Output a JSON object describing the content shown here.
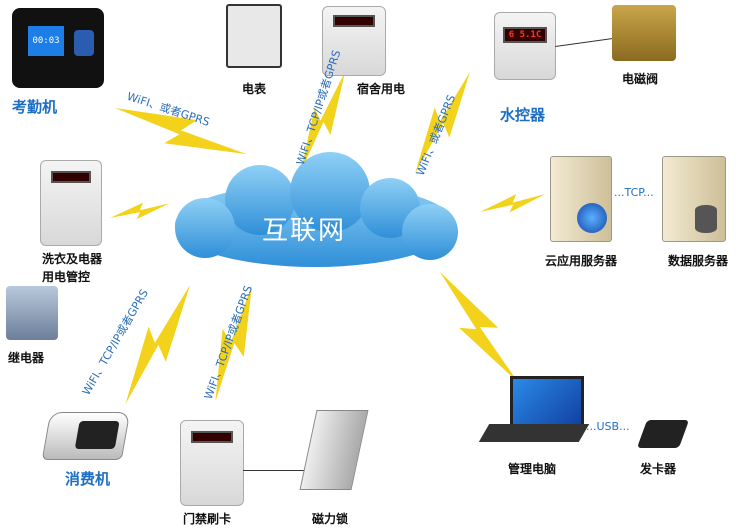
{
  "cloud": {
    "label": "互联网"
  },
  "devices": {
    "attendance": "考勤机",
    "meter": "电表",
    "dorm": "宿舍用电",
    "water": "水控器",
    "valve": "电磁阀",
    "laundry_line1": "洗衣及电器",
    "laundry_line2": "用电管控",
    "relay": "继电器",
    "pos": "消费机",
    "access": "门禁刷卡",
    "lock": "磁力锁",
    "cloud_server": "云应用服务器",
    "db_server": "数据服务器",
    "pc": "管理电脑",
    "card_issuer": "发卡器"
  },
  "links": {
    "wifi_gprs": "WiFI、或者GPRS",
    "wifi_tcp_gprs": "WiFI、TCP/IP或者GPRS",
    "tcp": "...TCP...",
    "usb": "...USB..."
  },
  "screen_text": {
    "water": "6 5.1C",
    "attendance": "00:03"
  },
  "colors": {
    "bolt": "#f2d21b",
    "cloud": "#3f9de0",
    "accent": "#1e6fc4"
  }
}
